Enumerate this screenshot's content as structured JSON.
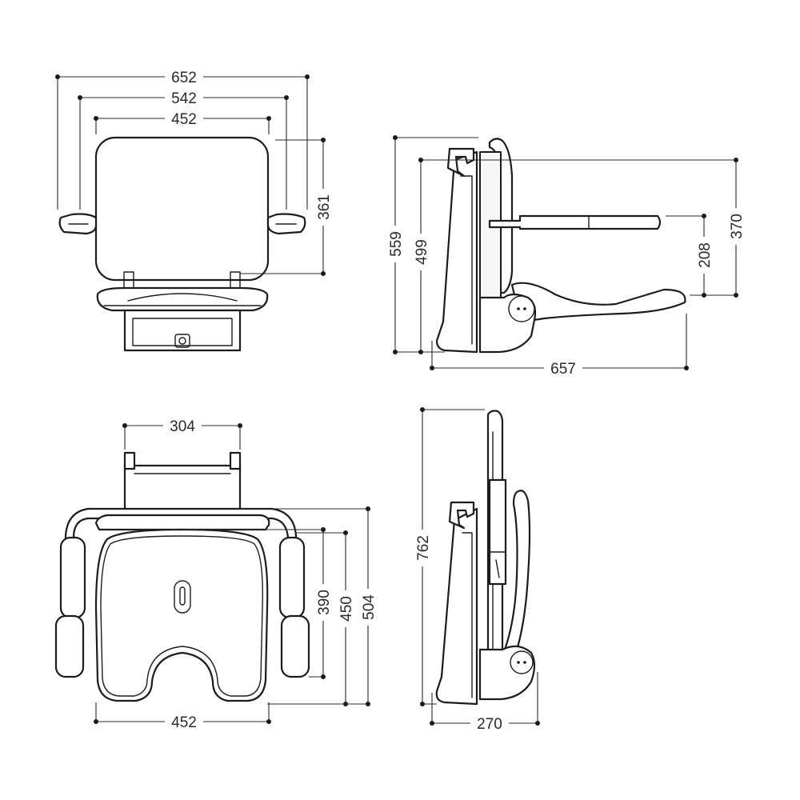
{
  "dimensions": {
    "front_overall_width": "652",
    "front_armrest_width": "542",
    "front_seat_width": "452",
    "front_backrest_height": "361",
    "side_total_height": "559",
    "side_wall_height": "499",
    "side_height_370": "370",
    "side_height_208": "208",
    "side_depth": "657",
    "top_bracket_width": "304",
    "top_depth_390": "390",
    "top_depth_450": "450",
    "top_depth_504": "504",
    "top_seat_width": "452",
    "folded_height": "762",
    "folded_depth": "270"
  },
  "colors": {
    "line": "#1c1c1c",
    "dimension": "#2a2a2a",
    "background": "#ffffff"
  }
}
